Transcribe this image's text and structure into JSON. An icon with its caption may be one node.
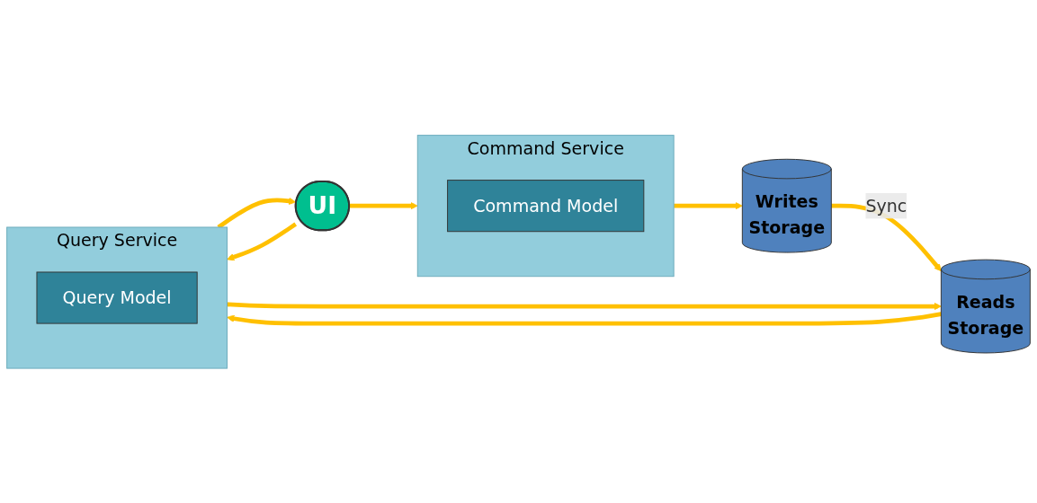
{
  "diagram": {
    "nodes": [
      {
        "text": [
          "UI"
        ]
      },
      {
        "text": [
          "Command Service"
        ]
      },
      {
        "text": [
          "Command Model"
        ],
        "in": 1
      },
      {
        "text": [
          "Writes",
          "Storage"
        ]
      },
      {
        "text": [
          "Query Service"
        ]
      },
      {
        "text": [
          "Query Model"
        ],
        "in": 4
      },
      {
        "text": [
          "Reads",
          "Storage"
        ]
      }
    ],
    "edges": [
      {
        "from": 0,
        "to": 1,
        "arrow": "to"
      },
      {
        "from": 1,
        "to": 3,
        "arrow": "to"
      },
      {
        "from": 3,
        "to": 6,
        "arrow": "to",
        "label": "Sync"
      },
      {
        "from": 0,
        "to": 4,
        "arrow": "to"
      },
      {
        "from": 4,
        "to": 6,
        "arrow": "to"
      },
      {
        "from": 6,
        "to": 4,
        "arrow": "to"
      },
      {
        "from": 4,
        "to": 0,
        "arrow": "to"
      }
    ]
  }
}
